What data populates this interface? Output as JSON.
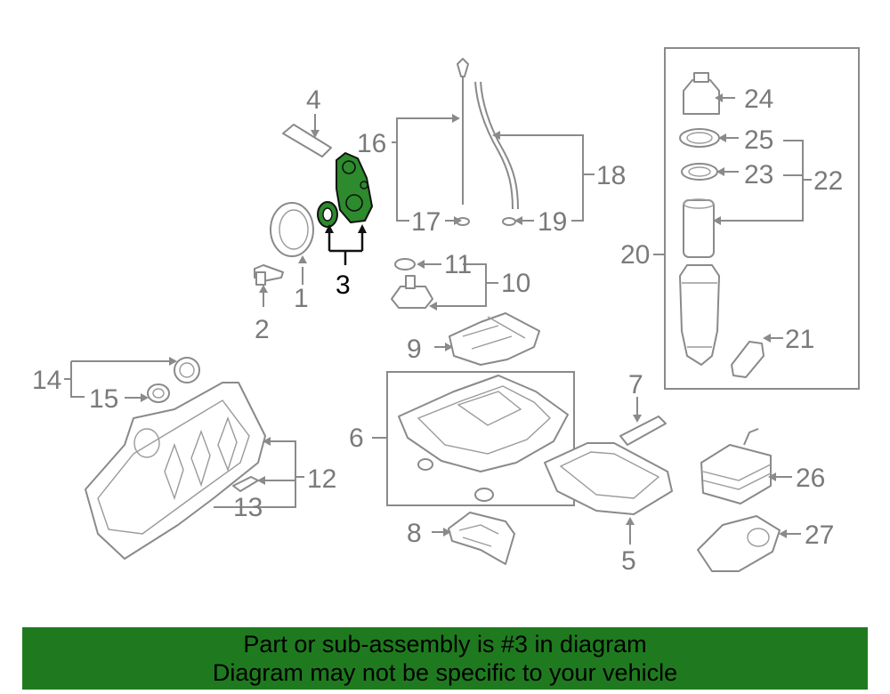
{
  "callouts": {
    "c1": "1",
    "c2": "2",
    "c3": "3",
    "c4": "4",
    "c5": "5",
    "c6": "6",
    "c7": "7",
    "c8": "8",
    "c9": "9",
    "c10": "10",
    "c11": "11",
    "c12": "12",
    "c13": "13",
    "c14": "14",
    "c15": "15",
    "c16": "16",
    "c17": "17",
    "c18": "18",
    "c19": "19",
    "c20": "20",
    "c21": "21",
    "c22": "22",
    "c23": "23",
    "c24": "24",
    "c25": "25",
    "c26": "26",
    "c27": "27"
  },
  "highlight_color": "#2d8a2d",
  "banner": {
    "line1": "Part or sub-assembly is #3 in diagram",
    "line2": "Diagram may not be specific to your vehicle",
    "background": "#1f7a1f"
  }
}
